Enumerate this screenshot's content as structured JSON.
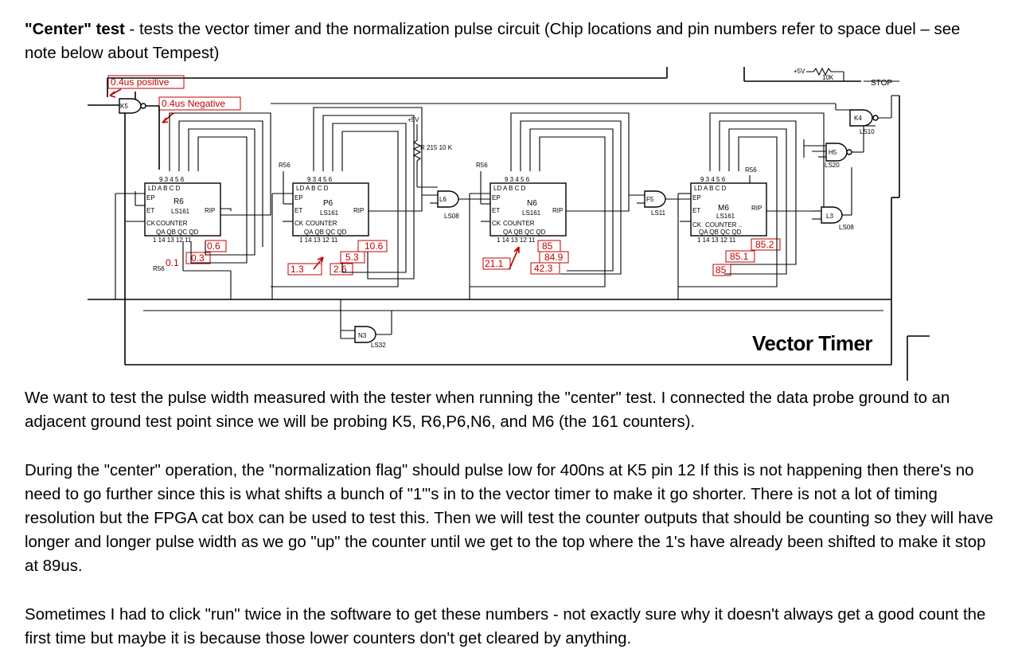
{
  "doc": {
    "title_bold": "\"Center\" test",
    "title_rest": " - tests the vector timer and the normalization pulse circuit  (Chip locations and pin numbers refer to space duel – see note below about Tempest)",
    "paragraphs": [
      "We want to test the pulse width measured with the tester when running the \"center\" test.  I connected the data probe ground to an adjacent ground test point since we will be probing K5, R6,P6,N6, and M6 (the 161 counters).",
      "During the \"center\" operation, the \"normalization flag\" should pulse low for 400ns at K5 pin 12  If this is not happening then there's no need to go further since this is what shifts a bunch of \"1\"'s in to the vector timer to make it go shorter.  There is not a lot of timing resolution but the FPGA cat box can be used to test this.  Then we will test the counter outputs that should be counting so they will have longer and longer pulse width as we go \"up\" the counter until we get to the top where the 1's have already been shifted to make it stop at 89us.",
      "Sometimes I had to click \"run\" twice in the software to get these numbers - not exactly sure why it doesn't always get a good count the first time but maybe it is because those lower counters don't get cleared by anything."
    ]
  },
  "schematic": {
    "title": "Vector Timer",
    "annotations": {
      "positive": "0.4us positive",
      "negative": "0.4us Negative"
    },
    "counters": [
      {
        "name": "R6",
        "part": "LS161",
        "label": "COUNTER",
        "readings": [
          "0.1",
          "0.3",
          "0.6"
        ]
      },
      {
        "name": "P6",
        "part": "LS161",
        "label": "COUNTER",
        "readings": [
          "1.3",
          "2.6",
          "5.3",
          "10.6"
        ]
      },
      {
        "name": "N6",
        "part": "LS161",
        "label": "COUNTER",
        "readings": [
          "21.1",
          "42.3",
          "84.9",
          "85"
        ]
      },
      {
        "name": "M6",
        "part": "LS161",
        "label": "COUNTER ..",
        "readings": [
          "85",
          "85.1",
          "85.2"
        ]
      }
    ],
    "gates": {
      "k5": "K5",
      "l6": "L6",
      "l6_part": "LS08",
      "f5": "F5",
      "f5_part": "LS11",
      "h5": "H5",
      "h5_part": "LS20",
      "k4": "K4",
      "k4_part": "LS10",
      "l3": "L3",
      "l3_part": "LS08",
      "n3": "N3",
      "n3_part": "LS32"
    },
    "labels": {
      "plus5v": "+5V",
      "plus5v_b": "+5V",
      "r_value": "R 215 10 K",
      "r_top": "10K",
      "stop": "STOP",
      "r56": "R56"
    },
    "pins": {
      "top_row": "9 3 4 5 6",
      "abcd": "LD A B C D",
      "bottom_row": "QA QB QC QD",
      "bottom_pins": "1 14 13 12 11",
      "ep": "EP",
      "et": "ET",
      "ck": "CK",
      "rip": "RIP"
    }
  }
}
